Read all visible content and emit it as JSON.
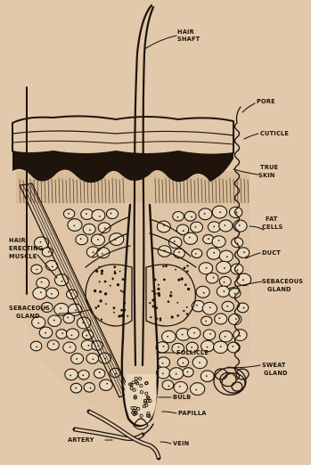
{
  "diagram": {
    "background": "#e2c9ac",
    "ink": "#1e140c",
    "labels": {
      "hair_shaft_1": "HAIR",
      "hair_shaft_2": "SHAFT",
      "pore": "PORE",
      "cuticle": "CUTICLE",
      "true_skin_1": "TRUE",
      "true_skin_2": "SKIN",
      "fat_cells_1": "FAT",
      "fat_cells_2": "CELLS",
      "duct": "DUCT",
      "hair_erecting_1": "HAIR",
      "hair_erecting_2": "ERECTING",
      "hair_erecting_3": "MUSCLE",
      "sebaceous_left_1": "SEBACEOUS",
      "sebaceous_left_2": "GLAND",
      "sebaceous_right_1": "SEBACEOUS",
      "sebaceous_right_2": "GLAND",
      "follicle": "FOLLICLE",
      "sweat_gland_1": "SWEAT",
      "sweat_gland_2": "GLAND",
      "bulb": "BULB",
      "papilla": "PAPILLA",
      "artery": "ARTERY",
      "vein": "VEIN"
    }
  }
}
